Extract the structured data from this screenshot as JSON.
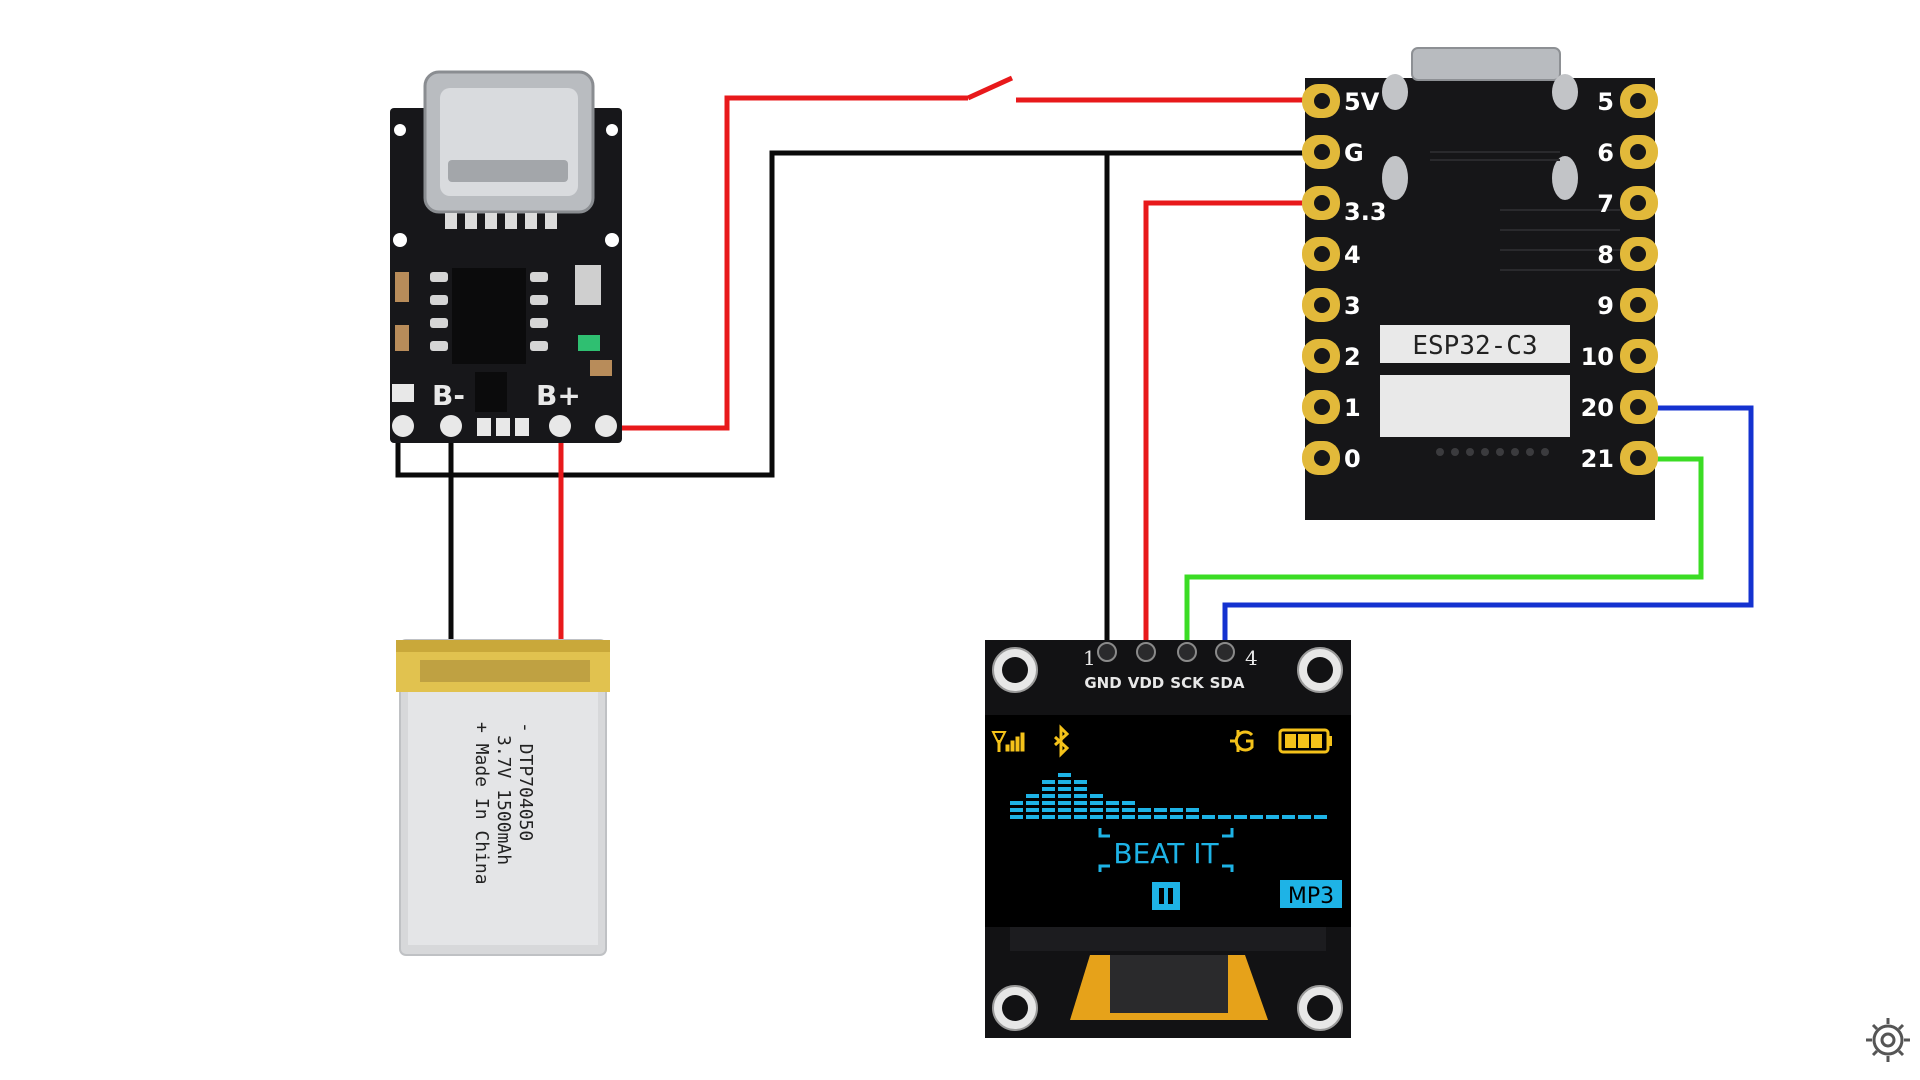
{
  "charger": {
    "b_minus": "B-",
    "b_plus": "B+"
  },
  "battery": {
    "line1": "- DTP704050",
    "line2": "3.7V 1500mAh",
    "line3": "+ Made In China"
  },
  "esp32": {
    "label": "ESP32-C3",
    "left_pins": [
      "5V",
      "G",
      "3.3",
      "4",
      "3",
      "2",
      "1",
      "0"
    ],
    "right_pins": [
      "5",
      "6",
      "7",
      "8",
      "9",
      "10",
      "20",
      "21"
    ]
  },
  "oled": {
    "pin_num_left": "1",
    "pin_num_right": "4",
    "pins": [
      "GND",
      "VDD",
      "SCK",
      "SDA"
    ],
    "song": "BEAT IT",
    "format": "MP3",
    "eq_levels": [
      0.35,
      0.6,
      0.8,
      0.95,
      0.75,
      0.6,
      0.45,
      0.35,
      0.28,
      0.25,
      0.22,
      0.22,
      0.2,
      0.18,
      0.15,
      0.12,
      0.12,
      0.12,
      0.12,
      0.12
    ]
  },
  "colors": {
    "power": "#e8191b",
    "ground": "#0a0a0a",
    "sck": "#3bdc24",
    "sda": "#1432d0",
    "oled_accent": "#1eb3e6",
    "oled_status": "#f4c21a"
  }
}
